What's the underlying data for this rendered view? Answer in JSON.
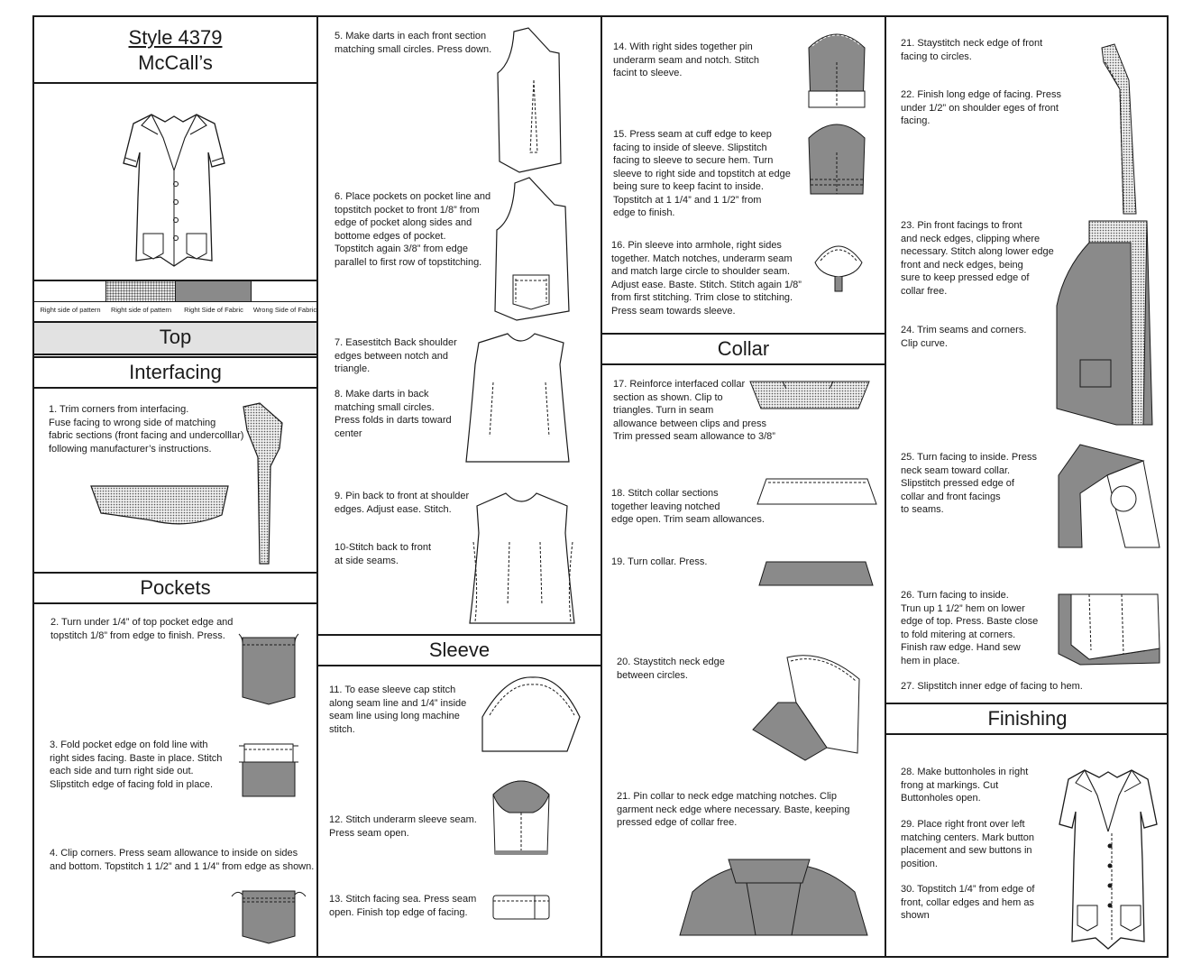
{
  "header": {
    "style_title": "Style 4379",
    "brand": "McCall’s"
  },
  "legend": [
    {
      "label": "Right side of\npattern"
    },
    {
      "label": "Right side of\npattern"
    },
    {
      "label": "Right Side of\nFabric"
    },
    {
      "label": "Wrong Side of\nFabric"
    }
  ],
  "sections": {
    "top": "Top",
    "interfacing": "Interfacing",
    "pockets": "Pockets",
    "sleeve": "Sleeve",
    "collar": "Collar",
    "finishing": "Finishing"
  },
  "steps": {
    "s1": "1. Trim corners from interfacing.\nFuse facing to wrong side of matching\nfabric sections (front facing and undercolllar)\nfollowing  manufacturer’s instructions.",
    "s2": "2. Turn under 1/4” of top pocket edge and\ntopstitch 1/8” from edge to finish. Press.",
    "s3": "3. Fold pocket edge on fold line with\n right sides facing. Baste in place. Stitch\neach side and turn right side out.\nSlipstitch edge of facing fold in place.",
    "s4": "4. Clip corners. Press seam allowance to inside on sides\nand bottom. Topstitch 1 1/2” and 1 1/4” from edge as shown.",
    "s5": "5. Make darts in each front section\nmatching small circles. Press down.",
    "s6": "6. Place pockets on pocket line and\ntopstitch pocket to front 1/8” from\nedge of pocket along sides and\nbottome edges of pocket.\nTopstitch again 3/8” from edge\nparallel to first row of topstitching.",
    "s7": "7. Easestitch Back shoulder\nedges between notch and\ntriangle.",
    "s8": "8. Make darts in back\nmatching small circles.\nPress folds in darts toward\ncenter",
    "s9": "9. Pin back to front at shoulder\nedges. Adjust ease. Stitch.",
    "s10": "10-Stitch back to front\nat side seams.",
    "s11": "11. To ease sleeve cap stitch\n along seam line and 1/4” inside\nseam line using long machine\nstitch.",
    "s12": "12. Stitch underarm sleeve seam.\nPress seam open.",
    "s13": "13. Stitch facing sea. Press seam\nopen. Finish top edge of facing.",
    "s14": "14. With right sides together pin\nunderarm seam and notch. Stitch\nfacint to sleeve.",
    "s15": "15. Press seam at cuff edge to keep\nfacing to inside of sleeve.   Slipstitch\nfacing to sleeve to secure hem. Turn\nsleeve to right side and topstitch at edge\nbeing sure to keep facint to inside.\nTopstitch at 1 1/4” and 1 1/2” from\nedge to finish.",
    "s16": "16. Pin sleeve into armhole, right sides\ntogether. Match notches, underarm seam\nand match large circle to shoulder seam.\nAdjust ease. Baste. Stitch. Stitch again 1/8”\nfrom first stitching. Trim close to stitching.\nPress seam towards sleeve.",
    "s17": "17. Reinforce interfaced collar\nsection as shown. Clip to\ntriangles. Turn in seam\nallowance between clips and press\nTrim pressed seam allowance to 3/8”",
    "s18": "18. Stitch collar sections\ntogether leaving notched\nedge open. Trim seam allowances.",
    "s19": "19. Turn collar. Press.",
    "s20": "20. Staystitch neck edge\nbetween circles.",
    "s21c": "21. Pin collar to neck edge matching notches. Clip\ngarment neck edge where necessary. Baste, keeping\npressed edge of collar free.",
    "s21": "21. Staystitch neck edge of front\nfacing to circles.",
    "s22": "22. Finish long edge of facing. Press\nunder 1/2” on shoulder eges of front\nfacing.",
    "s23": "23. Pin front facings to front\nand neck edges, clipping where\nnecessary. Stitch along lower edge\nfront and neck edges, being\nsure to keep pressed edge of\ncollar free.",
    "s24": "24. Trim seams and corners.\nClip curve.",
    "s25": "25. Turn facing to inside. Press\nneck seam toward collar.\nSlipstitch pressed edge of\ncollar and front facings\nto seams.",
    "s26": "26. Turn facing to inside.\nTrun up 1 1/2” hem on lower\nedge of top. Press. Baste close\nto fold mitering at corners.\nFinish raw edge. Hand sew\nhem in place.",
    "s27": "27. Slipstitch inner edge of facing to hem.",
    "s28": "28. Make buttonholes in right\nfrong at markings. Cut\nButtonholes open.",
    "s29": "29. Place right front over left\nmatching centers. Mark button\nplacement and sew buttons in\nposition.",
    "s30": "30. Topstitch 1/4” from edge of\nfront, collar edges and hem as\nshown"
  },
  "colors": {
    "fabric_right": "#8a8a8a",
    "pattern_dots": "#e8e8e8",
    "line": "#1a1a1a"
  }
}
